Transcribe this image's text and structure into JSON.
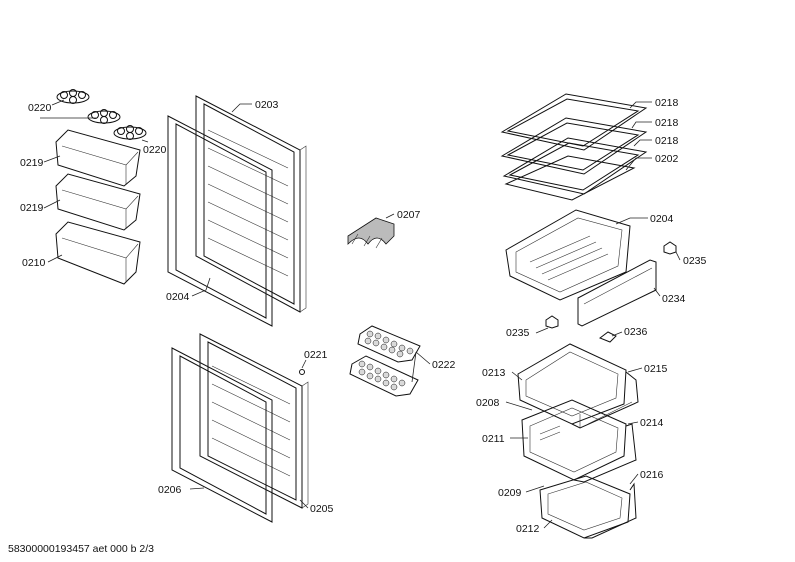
{
  "footer": "58300000193457 aet 000 b 2/3",
  "labels": {
    "l0220a": "0220",
    "l0220b": "0220",
    "l0219a": "0219",
    "l0219b": "0219",
    "l0210": "0210",
    "l0203": "0203",
    "l0204a": "0204",
    "l0207": "0207",
    "l0221": "0221",
    "l0222": "0222",
    "l0206": "0206",
    "l0205": "0205",
    "l0218a": "0218",
    "l0218b": "0218",
    "l0218c": "0218",
    "l0202": "0202",
    "l0204b": "0204",
    "l0235a": "0235",
    "l0234": "0234",
    "l0235b": "0235",
    "l0236": "0236",
    "l0213": "0213",
    "l0215": "0215",
    "l0208": "0208",
    "l0214": "0214",
    "l0211": "0211",
    "l0216": "0216",
    "l0209": "0209",
    "l0212": "0212"
  }
}
